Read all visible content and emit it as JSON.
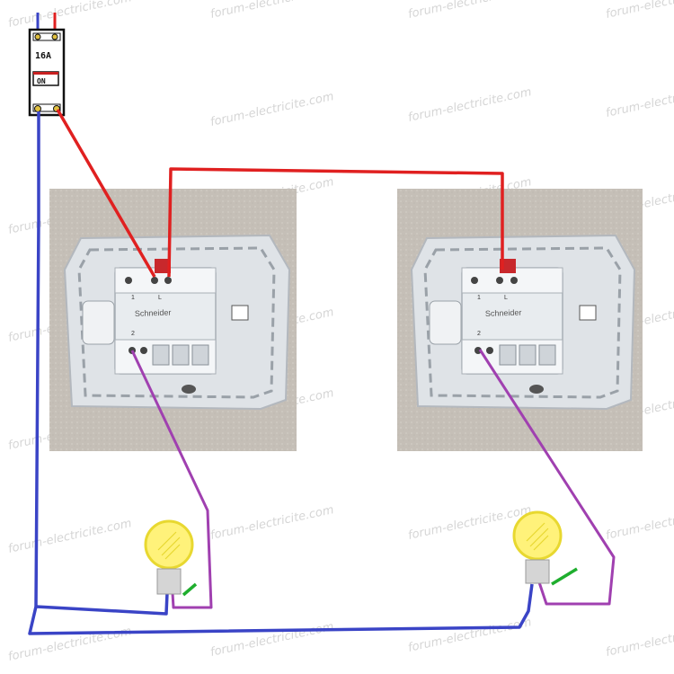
{
  "breaker": {
    "rating": "16A",
    "state": "ON"
  },
  "switches": [
    {
      "brand": "Schneider",
      "terminals": [
        "L",
        "1",
        "2"
      ]
    },
    {
      "brand": "Schneider",
      "terminals": [
        "L",
        "1",
        "2"
      ]
    }
  ],
  "watermark": "forum-electricite.com",
  "colors": {
    "phase": "#e02020",
    "neutral": "#3a44c6",
    "return": "#a040b0",
    "earth": "#1fae2e",
    "bulb_glass": "#fff27a",
    "bulb_outline": "#e8d830",
    "plaster": "#c9c4bc",
    "mechanism": "#d8dde2"
  }
}
